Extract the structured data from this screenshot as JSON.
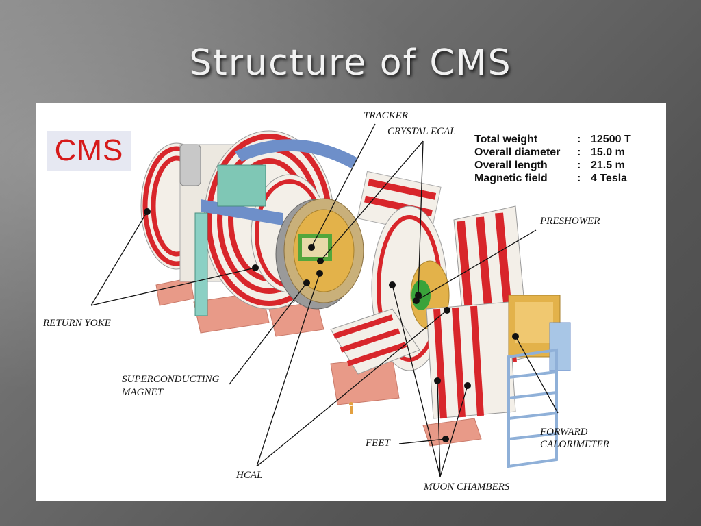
{
  "title": "Structure of CMS",
  "diagram": {
    "logo": "CMS",
    "specs": [
      {
        "name": "Total weight",
        "sep": ":",
        "value": "12500 T"
      },
      {
        "name": "Overall diameter",
        "sep": ":",
        "value": "15.0 m"
      },
      {
        "name": "Overall length",
        "sep": ":",
        "value": "21.5 m"
      },
      {
        "name": "Magnetic field",
        "sep": ":",
        "value": "4 Tesla"
      }
    ],
    "labels": {
      "tracker": "TRACKER",
      "crystal_ecal": "CRYSTAL ECAL",
      "preshower": "PRESHOWER",
      "return_yoke": "RETURN YOKE",
      "superconducting_magnet_line1": "SUPERCONDUCTING",
      "superconducting_magnet_line2": "MAGNET",
      "feet": "FEET",
      "forward_calorimeter_line1": "FORWARD",
      "forward_calorimeter_line2": "CALORIMETER",
      "hcal": "HCAL",
      "muon_chambers": "MUON CHAMBERS"
    },
    "colors": {
      "yoke_red": "#d8262b",
      "yoke_white": "#f3efe8",
      "ecal_gold": "#e3b24a",
      "tracker_green": "#3aa33a",
      "structure_blue": "#6e8fc9",
      "feet_salmon": "#e89a88"
    }
  }
}
